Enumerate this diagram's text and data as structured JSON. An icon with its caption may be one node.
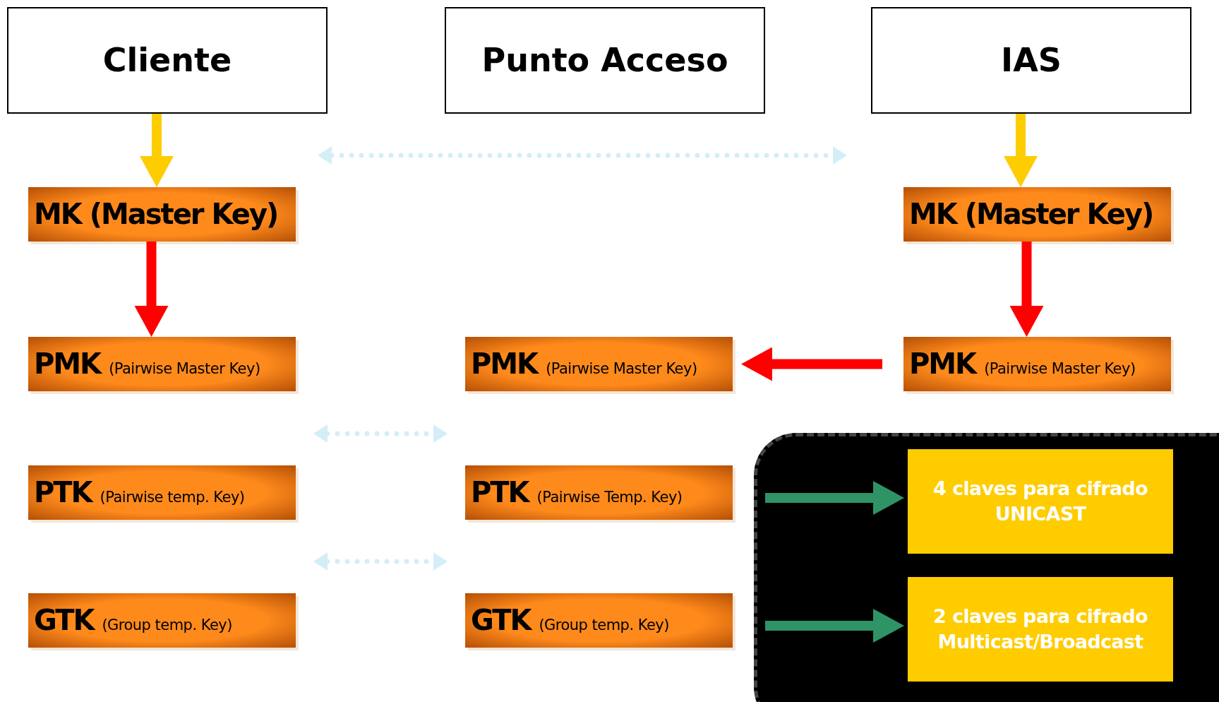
{
  "diagram": {
    "nodes": [
      {
        "text": [
          "Cliente"
        ]
      },
      {
        "text": [
          "Punto Acceso"
        ]
      },
      {
        "text": [
          "IAS"
        ]
      },
      {
        "text": [
          "MK (Master Key)"
        ]
      },
      {
        "text": [
          "MK (Master Key)"
        ]
      },
      {
        "text": [
          "PMK",
          "(Pairwise Master Key)"
        ]
      },
      {
        "text": [
          "PMK",
          "(Pairwise Master Key)"
        ]
      },
      {
        "text": [
          "PMK",
          "(Pairwise Master Key)"
        ]
      },
      {
        "text": [
          "PTK",
          "(Pairwise temp. Key)"
        ]
      },
      {
        "text": [
          "PTK",
          "(Pairwise Temp. Key)"
        ]
      },
      {
        "text": [
          "GTK",
          "(Group temp. Key)"
        ]
      },
      {
        "text": [
          "GTK",
          "(Group temp. Key)"
        ]
      },
      {
        "text": [],
        "shape": "box"
      },
      {
        "text": [
          "4 claves para cifrado UNICAST"
        ],
        "in": 12
      },
      {
        "text": [
          "2 claves para cifrado Multicast/Broadcast"
        ],
        "in": 12
      }
    ],
    "edges": [
      {
        "from": 0,
        "to": 3,
        "arrow": "to",
        "color": "#ffcc00"
      },
      {
        "from": 2,
        "to": 4,
        "arrow": "to",
        "color": "#ffcc00"
      },
      {
        "from": 3,
        "to": 5,
        "arrow": "to",
        "color": "#ff0000"
      },
      {
        "from": 4,
        "to": 7,
        "arrow": "to",
        "color": "#ff0000"
      },
      {
        "from": 7,
        "to": 6,
        "arrow": "to",
        "color": "#ff0000"
      },
      {
        "from": 8,
        "to": 9,
        "arrow": "both",
        "style": "dashed",
        "color": "#d4eef8"
      },
      {
        "from": 10,
        "to": 11,
        "arrow": "both",
        "style": "dashed",
        "color": "#d4eef8"
      },
      {
        "from": null,
        "to": 13,
        "arrow": "to",
        "color": "#2e9466"
      },
      {
        "from": null,
        "to": 14,
        "arrow": "to",
        "color": "#2e9466"
      }
    ]
  }
}
